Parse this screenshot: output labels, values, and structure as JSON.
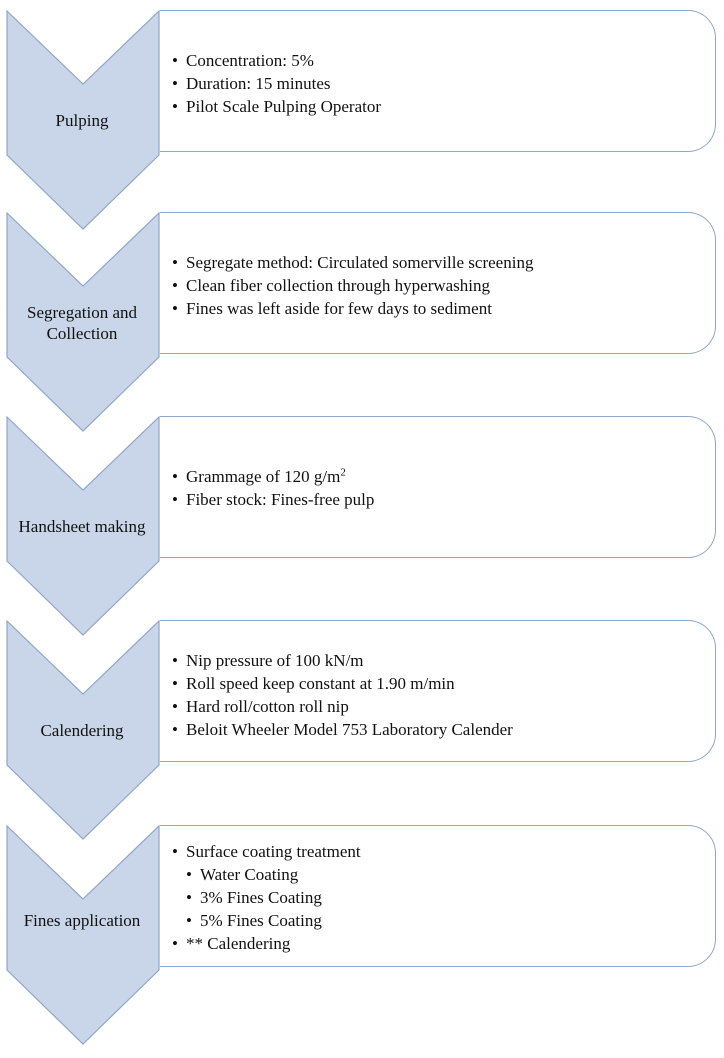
{
  "colors": {
    "chevron_fill": "#c9d6e9",
    "chevron_stroke": "#8fa6c6",
    "box_stroke": "#8fa6c6"
  },
  "stages": [
    {
      "label": "Pulping",
      "bullets": [
        {
          "text": "Concentration: 5%"
        },
        {
          "text": "Duration: 15 minutes"
        },
        {
          "text": "Pilot Scale Pulping Operator"
        }
      ]
    },
    {
      "label": "Segregation and Collection",
      "bullets": [
        {
          "text": "Segregate method: Circulated somerville screening"
        },
        {
          "text": "Clean fiber collection through hyperwashing"
        },
        {
          "text": "Fines was left aside for few days to sediment"
        }
      ]
    },
    {
      "label": "Handsheet making",
      "bullets": [
        {
          "text": "Grammage of 120 g/m",
          "sup": "2"
        },
        {
          "text": "Fiber stock: Fines-free pulp"
        }
      ]
    },
    {
      "label": "Calendering",
      "bullets": [
        {
          "text": "Nip pressure of 100 kN/m"
        },
        {
          "text": "Roll speed keep constant at 1.90 m/min"
        },
        {
          "text": "Hard roll/cotton roll nip"
        },
        {
          "text": "Beloit Wheeler Model 753 Laboratory Calender"
        }
      ]
    },
    {
      "label": "Fines application",
      "bullets": [
        {
          "text": "Surface coating treatment"
        },
        {
          "text": "Water Coating",
          "level": 1
        },
        {
          "text": "3% Fines Coating",
          "level": 1
        },
        {
          "text": "5% Fines Coating",
          "level": 1
        },
        {
          "text": "** Calendering"
        }
      ]
    }
  ]
}
